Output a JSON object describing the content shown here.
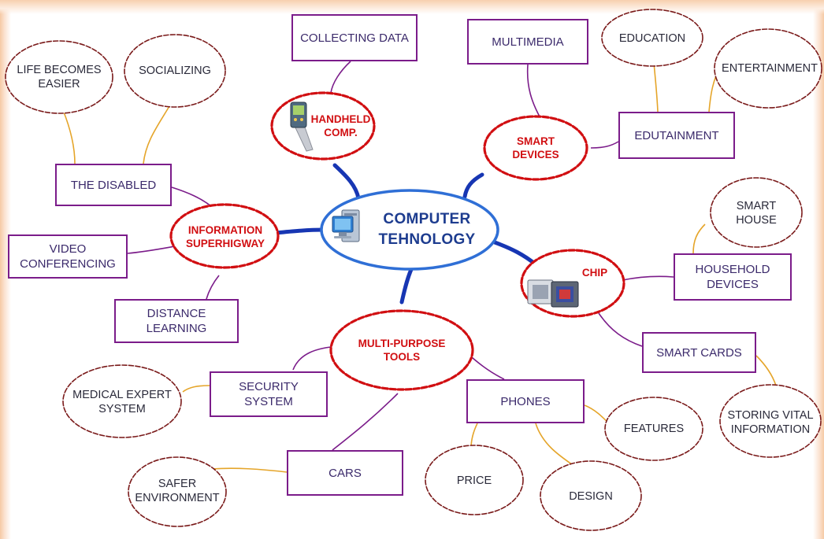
{
  "center": {
    "title": "COMPUTER\nTEHNOLOGY",
    "icon": "computer-icon"
  },
  "topics": {
    "handheld": "HANDHELD\nCOMP.",
    "smart_devices": "SMART\nDEVICES",
    "info_superhighway": "INFORMATION\nSUPERHIGWAY",
    "chip": "CHIP",
    "multi_purpose": "MULTI-PURPOSE\nTOOLS"
  },
  "boxes": {
    "collecting_data": "COLLECTING DATA",
    "multimedia": "MULTIMEDIA",
    "edutainment": "EDUTAINMENT",
    "the_disabled": "THE DISABLED",
    "video_conferencing": "VIDEO\nCONFERENCING",
    "distance_learning": "DISTANCE\nLEARNING",
    "household_devices": "HOUSEHOLD\nDEVICES",
    "smart_cards": "SMART CARDS",
    "security_system": "SECURITY\nSYSTEM",
    "phones": "PHONES",
    "cars": "CARS"
  },
  "clouds": {
    "life_becomes_easier": "LIFE BECOMES\nEASIER",
    "socializing": "SOCIALIZING",
    "education": "EDUCATION",
    "entertainment": "ENTERTAINMENT",
    "smart_house": "SMART\nHOUSE",
    "storing_vital_information": "STORING VITAL\nINFORMATION",
    "medical_expert_system": "MEDICAL EXPERT\nSYSTEM",
    "features": "FEATURES",
    "price": "PRICE",
    "design": "DESIGN",
    "safer_environment": "SAFER\nENVIRONMENT"
  },
  "icons": {
    "handheld": "handheld-device-icon",
    "chip": "processor-chip-icon"
  },
  "colors": {
    "center_border": "#2f6fd6",
    "center_fill": "#ffffff",
    "center_text": "#1d3c8f",
    "main_links": "#1736b3",
    "topic_cloud_border": "#d10f12",
    "topic_text": "#d10f12",
    "box_border": "#7b1c8a",
    "box_links": "#7b1c8a",
    "leaf_links": "#e5a52a",
    "leaf_cloud_border": "#7a1a1a"
  }
}
